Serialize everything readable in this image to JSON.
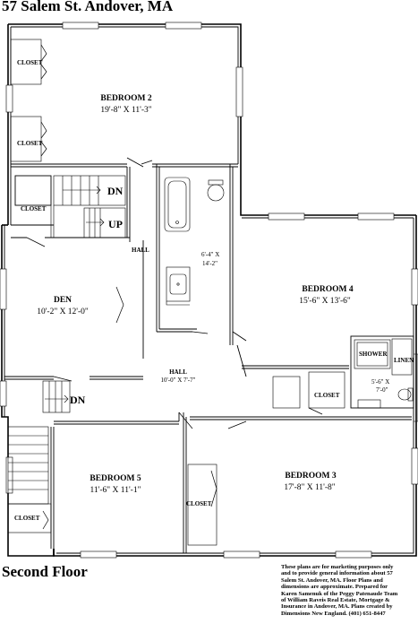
{
  "title": "57 Salem St. Andover, MA",
  "floor_label": "Second Floor",
  "rooms": {
    "bedroom2": {
      "name": "BEDROOM 2",
      "dims": "19'-8\" X 11'-3\""
    },
    "bedroom4": {
      "name": "BEDROOM 4",
      "dims": "15'-6\" X 13'-6\""
    },
    "den": {
      "name": "DEN",
      "dims": "10'-2\" X 12'-0\""
    },
    "bedroom5": {
      "name": "BEDROOM 5",
      "dims": "11'-6\" X 11'-1\""
    },
    "bedroom3": {
      "name": "BEDROOM 3",
      "dims": "17'-8\" X 11'-8\""
    },
    "bath": {
      "dims_line1": "6'-4\" X",
      "dims_line2": "14'-2\""
    },
    "bath2": {
      "dims_line1": "5'-6\" X",
      "dims_line2": "7'-0\""
    },
    "hall_upper": {
      "name": "HALL"
    },
    "hall_lower": {
      "name": "HALL",
      "dims": "10'-0\" X 7'-7\""
    }
  },
  "labels": {
    "closet": "CLOSET",
    "shower": "SHOWER",
    "linen": "LINEN",
    "stairs_down": "DN",
    "stairs_up": "UP"
  },
  "disclaimer_lines": [
    "These plans are for marketing purposes only",
    "and to provide general information about 57",
    "Salem St. Andover, MA.  Floor Plans and",
    "dimensions are approximate.  Prepared for",
    "Karen Samenuk of the Peggy Patenaude Team",
    "of William Raveis Real Estate, Mortgage &",
    "Insurance in Andover, MA.  Plans created by",
    "Dimensions New England.  (401) 651-8447"
  ]
}
